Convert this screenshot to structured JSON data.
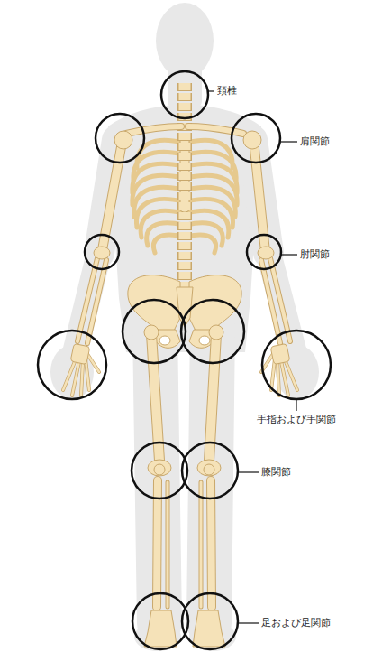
{
  "diagram": {
    "labels": [
      "頚椎",
      "肩関節",
      "肘関節",
      "手指および手関節",
      "膝関節",
      "足および足関節"
    ]
  }
}
